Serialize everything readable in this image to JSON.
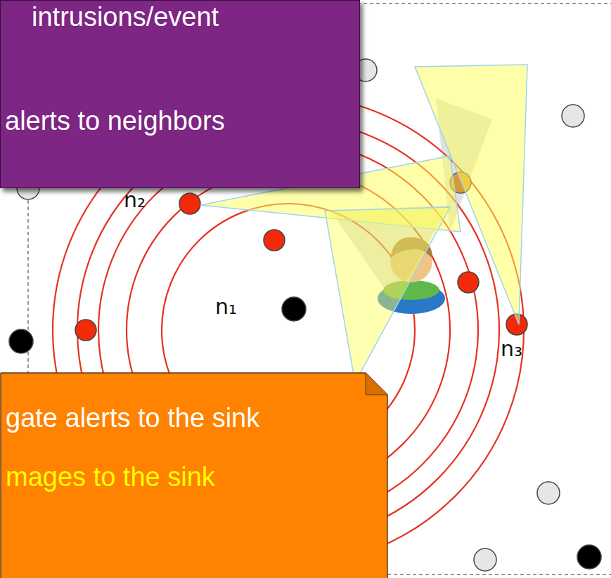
{
  "diagram": {
    "nodes": [
      {
        "text": [
          "intrusions/event",
          "alerts to neighbors"
        ]
      },
      {
        "text": [
          "gate alerts to the sink",
          "mages to the sink"
        ]
      }
    ],
    "labels": [
      "n₂",
      "n₁",
      "n₃"
    ]
  }
}
